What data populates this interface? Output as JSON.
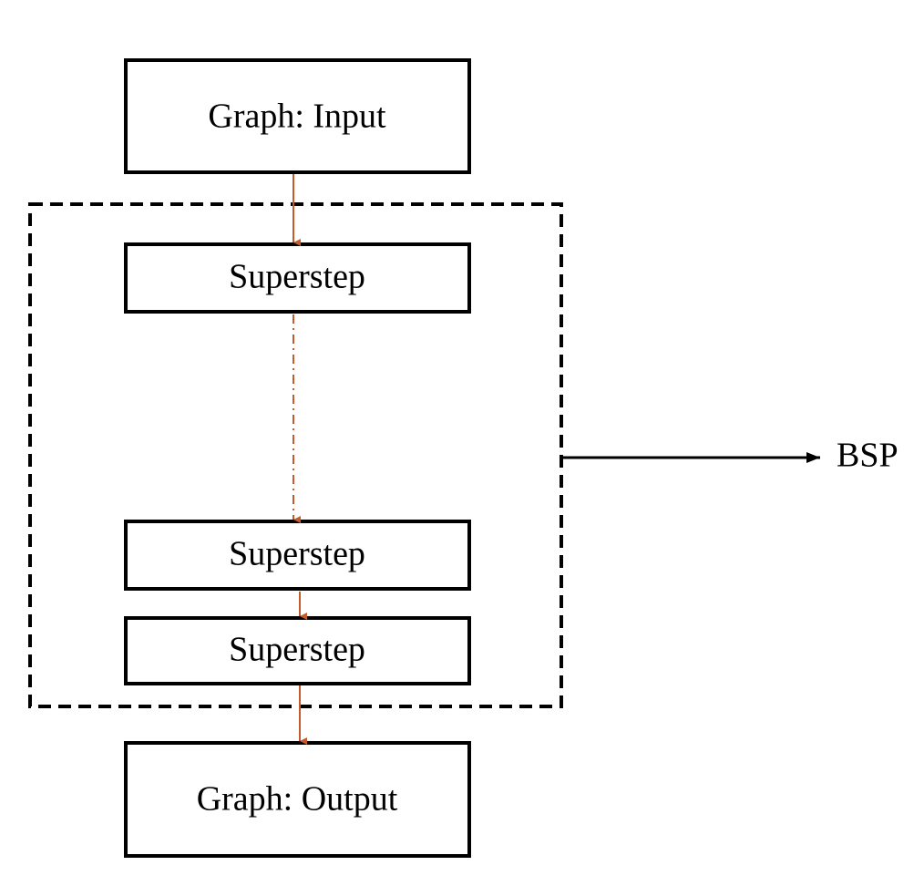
{
  "diagram": {
    "nodes": {
      "input": "Graph: Input",
      "superstep_1": "Superstep",
      "superstep_2": "Superstep",
      "superstep_3": "Superstep",
      "output": "Graph: Output"
    },
    "group_label": "BSP"
  },
  "colors": {
    "flow_arrow": "#c55a2a",
    "outline": "#000000",
    "background": "#ffffff"
  }
}
